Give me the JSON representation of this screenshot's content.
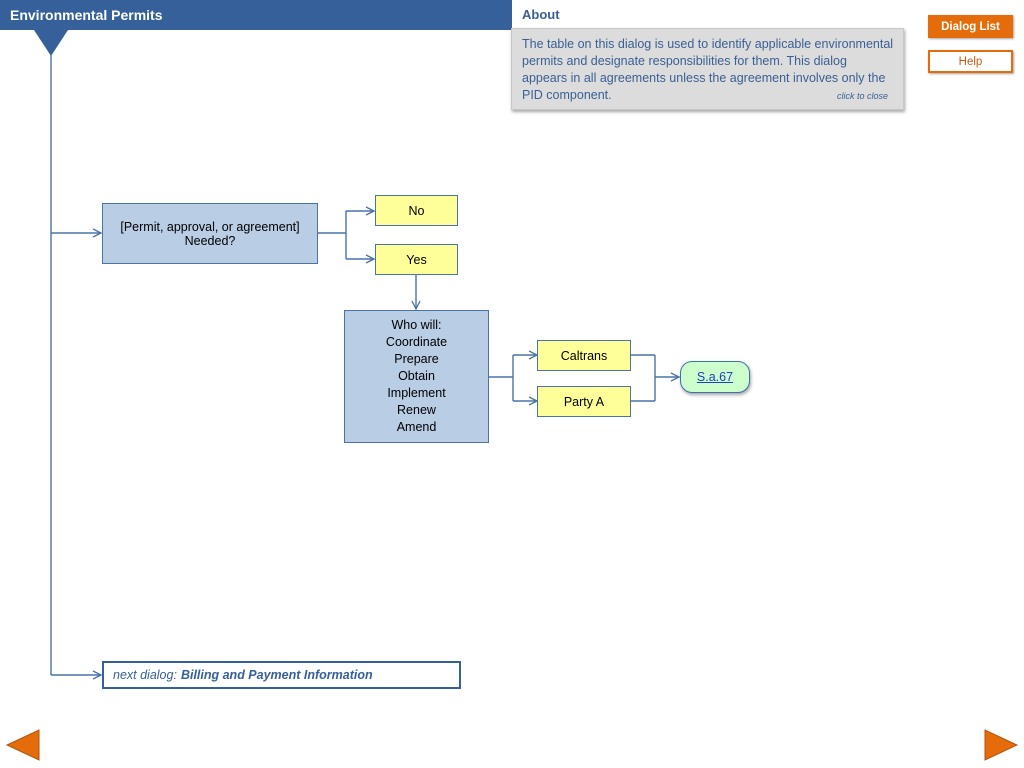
{
  "header": {
    "title": "Environmental Permits"
  },
  "about": {
    "heading": "About",
    "text": "The table on this dialog is used to identify applicable environmental permits and designate responsibilities for them. This dialog appears in all agreements unless the agreement involves only the PID component.",
    "close_label": "click to close"
  },
  "buttons": {
    "dialog_list": "Dialog List",
    "help": "Help"
  },
  "flow": {
    "question": {
      "line1": "[Permit, approval, or agreement]",
      "line2": "Needed?"
    },
    "no": "No",
    "yes": "Yes",
    "responsibilities": {
      "lines": [
        "Who will:",
        "Coordinate",
        "Prepare",
        "Obtain",
        "Implement",
        "Renew",
        "Amend"
      ]
    },
    "caltrans": "Caltrans",
    "party_a": "Party A",
    "section_link": "S.a.67"
  },
  "next_dialog": {
    "prefix": "next dialog:",
    "name": "Billing and Payment Information"
  },
  "icons": {
    "prev": "left-arrow-icon",
    "next": "right-arrow-icon"
  },
  "colors": {
    "header": "#36609a",
    "accent_orange": "#e46c0a",
    "node_blue": "#b9cde5",
    "node_yellow": "#ffff99",
    "node_green": "#ccffcc"
  }
}
